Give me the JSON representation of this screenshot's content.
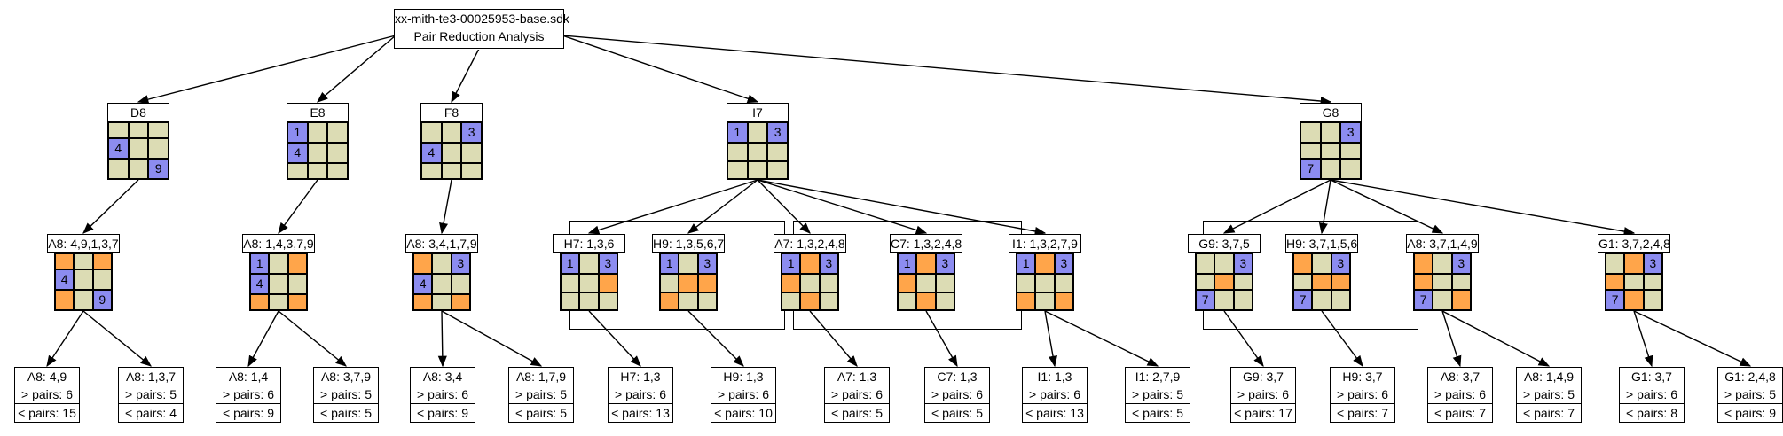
{
  "colors": {
    "empty": "#dcdcb4",
    "given": "#8c8cf0",
    "pair": "#ffa54a",
    "line": "#000000"
  },
  "root": {
    "filename": "xx-mith-te3-00025953-base.sdk",
    "subtitle": "Pair Reduction Analysis"
  },
  "cells": [
    {
      "id": "d8",
      "label": "D8",
      "grid": [
        [
          "e",
          ""
        ],
        [
          "e",
          ""
        ],
        [
          "e",
          ""
        ],
        [
          "g",
          "4"
        ],
        [
          "e",
          ""
        ],
        [
          "e",
          ""
        ],
        [
          "e",
          ""
        ],
        [
          "e",
          ""
        ],
        [
          "g",
          "9"
        ]
      ]
    },
    {
      "id": "e8",
      "label": "E8",
      "grid": [
        [
          "g",
          "1"
        ],
        [
          "e",
          ""
        ],
        [
          "e",
          ""
        ],
        [
          "g",
          "4"
        ],
        [
          "e",
          ""
        ],
        [
          "e",
          ""
        ],
        [
          "e",
          ""
        ],
        [
          "e",
          ""
        ],
        [
          "e",
          ""
        ]
      ]
    },
    {
      "id": "f8",
      "label": "F8",
      "grid": [
        [
          "e",
          ""
        ],
        [
          "e",
          ""
        ],
        [
          "g",
          "3"
        ],
        [
          "g",
          "4"
        ],
        [
          "e",
          ""
        ],
        [
          "e",
          ""
        ],
        [
          "e",
          ""
        ],
        [
          "e",
          ""
        ],
        [
          "e",
          ""
        ]
      ]
    },
    {
      "id": "i7",
      "label": "I7",
      "grid": [
        [
          "g",
          "1"
        ],
        [
          "e",
          ""
        ],
        [
          "g",
          "3"
        ],
        [
          "e",
          ""
        ],
        [
          "e",
          ""
        ],
        [
          "e",
          ""
        ],
        [
          "e",
          ""
        ],
        [
          "e",
          ""
        ],
        [
          "e",
          ""
        ]
      ]
    },
    {
      "id": "g8",
      "label": "G8",
      "grid": [
        [
          "e",
          ""
        ],
        [
          "e",
          ""
        ],
        [
          "g",
          "3"
        ],
        [
          "e",
          ""
        ],
        [
          "e",
          ""
        ],
        [
          "e",
          ""
        ],
        [
          "g",
          "7"
        ],
        [
          "e",
          ""
        ],
        [
          "e",
          ""
        ]
      ]
    }
  ],
  "patterns": [
    {
      "id": "a8_49137",
      "label": "A8: 4,9,1,3,7",
      "grid": [
        [
          "p",
          ""
        ],
        [
          "e",
          ""
        ],
        [
          "p",
          ""
        ],
        [
          "g",
          "4"
        ],
        [
          "e",
          ""
        ],
        [
          "e",
          ""
        ],
        [
          "p",
          ""
        ],
        [
          "e",
          ""
        ],
        [
          "g",
          "9"
        ]
      ]
    },
    {
      "id": "a8_14379",
      "label": "A8: 1,4,3,7,9",
      "grid": [
        [
          "g",
          "1"
        ],
        [
          "e",
          ""
        ],
        [
          "p",
          ""
        ],
        [
          "g",
          "4"
        ],
        [
          "e",
          ""
        ],
        [
          "e",
          ""
        ],
        [
          "p",
          ""
        ],
        [
          "e",
          ""
        ],
        [
          "p",
          ""
        ]
      ]
    },
    {
      "id": "a8_34179",
      "label": "A8: 3,4,1,7,9",
      "grid": [
        [
          "p",
          ""
        ],
        [
          "e",
          ""
        ],
        [
          "g",
          "3"
        ],
        [
          "g",
          "4"
        ],
        [
          "e",
          ""
        ],
        [
          "e",
          ""
        ],
        [
          "p",
          ""
        ],
        [
          "e",
          ""
        ],
        [
          "p",
          ""
        ]
      ]
    },
    {
      "id": "h7_136",
      "label": "H7: 1,3,6",
      "grid": [
        [
          "g",
          "1"
        ],
        [
          "e",
          ""
        ],
        [
          "g",
          "3"
        ],
        [
          "e",
          ""
        ],
        [
          "e",
          ""
        ],
        [
          "p",
          ""
        ],
        [
          "e",
          ""
        ],
        [
          "e",
          ""
        ],
        [
          "e",
          ""
        ]
      ]
    },
    {
      "id": "h9_13567",
      "label": "H9: 1,3,5,6,7",
      "grid": [
        [
          "g",
          "1"
        ],
        [
          "e",
          ""
        ],
        [
          "g",
          "3"
        ],
        [
          "e",
          ""
        ],
        [
          "p",
          ""
        ],
        [
          "p",
          ""
        ],
        [
          "p",
          ""
        ],
        [
          "e",
          ""
        ],
        [
          "e",
          ""
        ]
      ]
    },
    {
      "id": "a7_13248",
      "label": "A7: 1,3,2,4,8",
      "grid": [
        [
          "g",
          "1"
        ],
        [
          "p",
          ""
        ],
        [
          "g",
          "3"
        ],
        [
          "p",
          ""
        ],
        [
          "e",
          ""
        ],
        [
          "e",
          ""
        ],
        [
          "e",
          ""
        ],
        [
          "p",
          ""
        ],
        [
          "e",
          ""
        ]
      ]
    },
    {
      "id": "c7_13248",
      "label": "C7: 1,3,2,4,8",
      "grid": [
        [
          "g",
          "1"
        ],
        [
          "p",
          ""
        ],
        [
          "g",
          "3"
        ],
        [
          "p",
          ""
        ],
        [
          "e",
          ""
        ],
        [
          "e",
          ""
        ],
        [
          "e",
          ""
        ],
        [
          "p",
          ""
        ],
        [
          "e",
          ""
        ]
      ]
    },
    {
      "id": "i1_13279",
      "label": "I1: 1,3,2,7,9",
      "grid": [
        [
          "g",
          "1"
        ],
        [
          "p",
          ""
        ],
        [
          "g",
          "3"
        ],
        [
          "e",
          ""
        ],
        [
          "e",
          ""
        ],
        [
          "e",
          ""
        ],
        [
          "p",
          ""
        ],
        [
          "e",
          ""
        ],
        [
          "p",
          ""
        ]
      ]
    },
    {
      "id": "g9_375",
      "label": "G9: 3,7,5",
      "grid": [
        [
          "e",
          ""
        ],
        [
          "e",
          ""
        ],
        [
          "g",
          "3"
        ],
        [
          "e",
          ""
        ],
        [
          "p",
          ""
        ],
        [
          "e",
          ""
        ],
        [
          "g",
          "7"
        ],
        [
          "e",
          ""
        ],
        [
          "e",
          ""
        ]
      ]
    },
    {
      "id": "h9_37156",
      "label": "H9: 3,7,1,5,6",
      "grid": [
        [
          "p",
          ""
        ],
        [
          "e",
          ""
        ],
        [
          "g",
          "3"
        ],
        [
          "e",
          ""
        ],
        [
          "p",
          ""
        ],
        [
          "p",
          ""
        ],
        [
          "g",
          "7"
        ],
        [
          "e",
          ""
        ],
        [
          "e",
          ""
        ]
      ]
    },
    {
      "id": "a8_37149",
      "label": "A8: 3,7,1,4,9",
      "grid": [
        [
          "p",
          ""
        ],
        [
          "e",
          ""
        ],
        [
          "g",
          "3"
        ],
        [
          "p",
          ""
        ],
        [
          "e",
          ""
        ],
        [
          "e",
          ""
        ],
        [
          "g",
          "7"
        ],
        [
          "e",
          ""
        ],
        [
          "p",
          ""
        ]
      ]
    },
    {
      "id": "g1_37248",
      "label": "G1: 3,7,2,4,8",
      "grid": [
        [
          "e",
          ""
        ],
        [
          "p",
          ""
        ],
        [
          "g",
          "3"
        ],
        [
          "p",
          ""
        ],
        [
          "e",
          ""
        ],
        [
          "e",
          ""
        ],
        [
          "g",
          "7"
        ],
        [
          "p",
          ""
        ],
        [
          "e",
          ""
        ]
      ]
    }
  ],
  "results": [
    {
      "id": "r1",
      "label": "A8: 4,9",
      "gt": "> pairs: 6",
      "lt": "< pairs: 15"
    },
    {
      "id": "r2",
      "label": "A8: 1,3,7",
      "gt": "> pairs: 5",
      "lt": "< pairs: 4"
    },
    {
      "id": "r3",
      "label": "A8: 1,4",
      "gt": "> pairs: 6",
      "lt": "< pairs: 9"
    },
    {
      "id": "r4",
      "label": "A8: 3,7,9",
      "gt": "> pairs: 5",
      "lt": "< pairs: 5"
    },
    {
      "id": "r5",
      "label": "A8: 3,4",
      "gt": "> pairs: 6",
      "lt": "< pairs: 9"
    },
    {
      "id": "r6",
      "label": "A8: 1,7,9",
      "gt": "> pairs: 5",
      "lt": "< pairs: 5"
    },
    {
      "id": "r7",
      "label": "H7: 1,3",
      "gt": "> pairs: 6",
      "lt": "< pairs: 13"
    },
    {
      "id": "r8",
      "label": "H9: 1,3",
      "gt": "> pairs: 6",
      "lt": "< pairs: 10"
    },
    {
      "id": "r9",
      "label": "A7: 1,3",
      "gt": "> pairs: 6",
      "lt": "< pairs: 5"
    },
    {
      "id": "r10",
      "label": "C7: 1,3",
      "gt": "> pairs: 6",
      "lt": "< pairs: 5"
    },
    {
      "id": "r11",
      "label": "I1: 1,3",
      "gt": "> pairs: 6",
      "lt": "< pairs: 13"
    },
    {
      "id": "r12",
      "label": "I1: 2,7,9",
      "gt": "> pairs: 5",
      "lt": "< pairs: 5"
    },
    {
      "id": "r13",
      "label": "G9: 3,7",
      "gt": "> pairs: 6",
      "lt": "< pairs: 17"
    },
    {
      "id": "r14",
      "label": "H9: 3,7",
      "gt": "> pairs: 6",
      "lt": "< pairs: 7"
    },
    {
      "id": "r15",
      "label": "A8: 3,7",
      "gt": "> pairs: 6",
      "lt": "< pairs: 7"
    },
    {
      "id": "r16",
      "label": "A8: 1,4,9",
      "gt": "> pairs: 5",
      "lt": "< pairs: 7"
    },
    {
      "id": "r17",
      "label": "G1: 3,7",
      "gt": "> pairs: 6",
      "lt": "< pairs: 8"
    },
    {
      "id": "r18",
      "label": "G1: 2,4,8",
      "gt": "> pairs: 5",
      "lt": "< pairs: 9"
    }
  ],
  "edges": [
    [
      "root",
      "d8"
    ],
    [
      "root",
      "e8"
    ],
    [
      "root",
      "f8"
    ],
    [
      "root",
      "i7"
    ],
    [
      "root",
      "g8"
    ],
    [
      "d8",
      "a8_49137"
    ],
    [
      "e8",
      "a8_14379"
    ],
    [
      "f8",
      "a8_34179"
    ],
    [
      "i7",
      "h7_136"
    ],
    [
      "i7",
      "h9_13567"
    ],
    [
      "i7",
      "a7_13248"
    ],
    [
      "i7",
      "c7_13248"
    ],
    [
      "i7",
      "i1_13279"
    ],
    [
      "g8",
      "g9_375"
    ],
    [
      "g8",
      "h9_37156"
    ],
    [
      "g8",
      "a8_37149"
    ],
    [
      "g8",
      "g1_37248"
    ],
    [
      "a8_49137",
      "r1"
    ],
    [
      "a8_49137",
      "r2"
    ],
    [
      "a8_14379",
      "r3"
    ],
    [
      "a8_14379",
      "r4"
    ],
    [
      "a8_34179",
      "r5"
    ],
    [
      "a8_34179",
      "r6"
    ],
    [
      "h7_136",
      "r7"
    ],
    [
      "h9_13567",
      "r8"
    ],
    [
      "a7_13248",
      "r9"
    ],
    [
      "c7_13248",
      "r10"
    ],
    [
      "i1_13279",
      "r11"
    ],
    [
      "i1_13279",
      "r12"
    ],
    [
      "g9_375",
      "r13"
    ],
    [
      "h9_37156",
      "r14"
    ],
    [
      "a8_37149",
      "r15"
    ],
    [
      "a8_37149",
      "r16"
    ],
    [
      "g1_37248",
      "r17"
    ],
    [
      "g1_37248",
      "r18"
    ]
  ]
}
